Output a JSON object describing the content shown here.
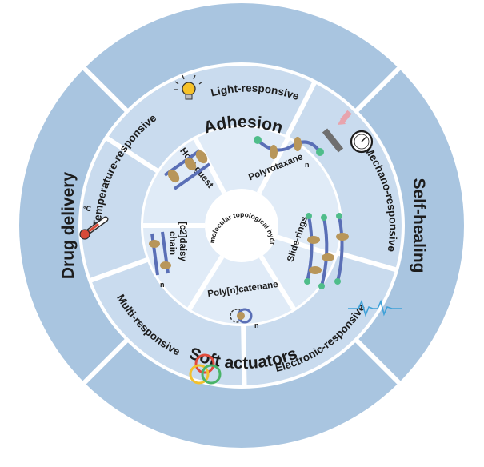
{
  "outer_ring": {
    "top": "Adhesion",
    "right": "Self-healing",
    "bottom": "Soft actuators",
    "left": "Drug delivery"
  },
  "middle_ring": {
    "light": "Light-responsive",
    "mechano": "Mechano-responsive",
    "electronic": "Electronic-responsive",
    "multi": "Multi-responsive",
    "temperature": "Temperature-responsive",
    "temp_unit": "°C"
  },
  "inner_ring": {
    "host_guest": "Host-guest",
    "polyrotaxane": "Polyrotaxane",
    "slide_rings": "Slide-rings",
    "polycatenane": "Poly[n]catenane",
    "daisy_line1": "[c2]daisy",
    "daisy_line2": "chain",
    "repeat_n": "n"
  },
  "center": {
    "label": "Supramolecular topological hydrogels"
  },
  "colors": {
    "outer": "#a9c5e0",
    "middle": "#c9dbee",
    "inner": "#e0ebf7",
    "core": "#ffffff",
    "chain": "#5a6fb6",
    "ring": "#b8965a",
    "bead": "#4fbd8a"
  },
  "icons": [
    "lightbulb-icon",
    "gauge-icon",
    "thermometer-icon",
    "ecg-icon",
    "rings-icon"
  ]
}
